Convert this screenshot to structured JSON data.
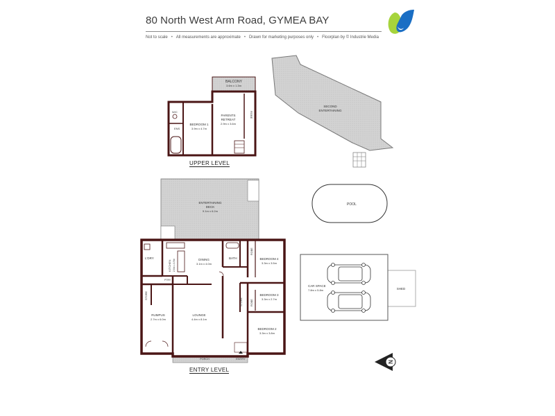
{
  "header": {
    "title": "80 North West Arm Road, GYMEA BAY",
    "disclaimers": [
      "Not to scale",
      "All measurements are approximate",
      "Drawn for marketing purposes only",
      "Floorplan by © Industrie Media"
    ],
    "separator": "•"
  },
  "levels": {
    "upper": "UPPER LEVEL",
    "entry": "ENTRY LEVEL"
  },
  "rooms": {
    "balcony": {
      "name": "BALCONY",
      "size": "3.6m x 1.3m"
    },
    "bedroom1": {
      "name": "BEDROOM 1",
      "size": "3.9m x 4.7m"
    },
    "parents_retreat": {
      "name": "PARENTS",
      "name2": "RETREAT",
      "size": "2.9m x 3.6m"
    },
    "wc": "W/C",
    "ens": "ENS",
    "robe": "ROBE",
    "second_entertaining": {
      "name": "SECOND",
      "name2": "ENTERTAINING"
    },
    "entertaining_deck": {
      "name": "ENTERTAINING",
      "name2": "DECK",
      "size": "9.1m x 6.2m"
    },
    "pool": "POOL",
    "laundry": "L'DRY",
    "kitchen": {
      "name": "KITCHEN",
      "size": "2.6m x 4.9m"
    },
    "dining": {
      "name": "DINING",
      "size": "3.1m x 4.0m"
    },
    "bath": "BATH",
    "bedroom4": {
      "name": "BEDROOM 4",
      "size": "3.3m x 3.5m"
    },
    "bedroom3": {
      "name": "BEDROOM 3",
      "size": "3.3m x 2.7m"
    },
    "bedroom2": {
      "name": "BEDROOM 2",
      "size": "3.3m x 3.8m"
    },
    "rumpus": {
      "name": "RUMPUS",
      "size": "2.7m x 6.0m"
    },
    "lounge": {
      "name": "LOUNGE",
      "size": "4.4m x 8.1m"
    },
    "store": "STORE",
    "pantry": "PTRY",
    "porch": "PORCH",
    "entry": "ENTRY",
    "car_space": {
      "name": "CAR SPACE",
      "size": "7.8m x 5.8m"
    },
    "shed": "SHED"
  },
  "compass": "N",
  "colors": {
    "wall": "#4a1515",
    "deck": "#cfcfcf",
    "accent_green": "#9bd43a",
    "accent_blue": "#1f6fc1"
  }
}
